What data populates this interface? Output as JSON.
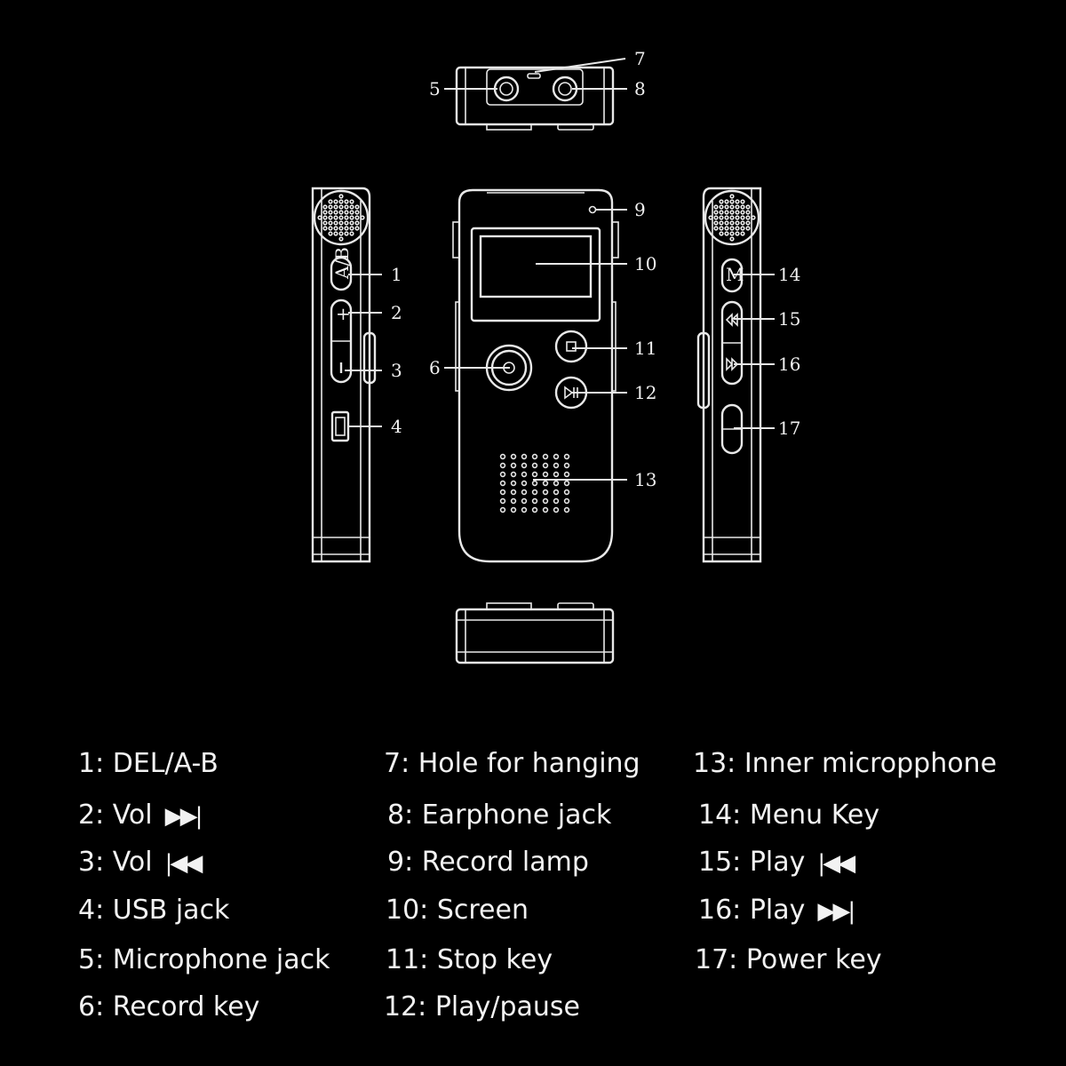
{
  "callouts": [
    "1",
    "2",
    "3",
    "4",
    "5",
    "6",
    "7",
    "8",
    "9",
    "10",
    "11",
    "12",
    "13",
    "14",
    "15",
    "16",
    "17"
  ],
  "legend": {
    "col1": [
      {
        "text": "1: DEL/A-B",
        "icon": ""
      },
      {
        "text": "2: Vol",
        "icon": "▶▶|"
      },
      {
        "text": "3: Vol",
        "icon": "|◀◀"
      },
      {
        "text": "4: USB  jack",
        "icon": ""
      },
      {
        "text": "5: Microphone  jack",
        "icon": ""
      },
      {
        "text": "6: Record  key",
        "icon": ""
      }
    ],
    "col2": [
      {
        "text": "7: Hole for hanging",
        "icon": ""
      },
      {
        "text": "8: Earphone  jack",
        "icon": ""
      },
      {
        "text": "9: Record  lamp",
        "icon": ""
      },
      {
        "text": "10: Screen",
        "icon": ""
      },
      {
        "text": "11: Stop  key",
        "icon": ""
      },
      {
        "text": "12: Play/pause",
        "icon": ""
      }
    ],
    "col3": [
      {
        "text": "13: Inner micropphone",
        "icon": ""
      },
      {
        "text": "14: Menu Key",
        "icon": ""
      },
      {
        "text": "15: Play",
        "icon": "|◀◀"
      },
      {
        "text": "16: Play",
        "icon": "▶▶|"
      },
      {
        "text": "17: Power  key",
        "icon": ""
      }
    ]
  },
  "icons": {
    "fast-forward": "fast-forward-icon",
    "rewind": "rewind-icon",
    "record": "record-icon",
    "stop": "stop-icon",
    "play-pause": "play-pause-icon"
  },
  "colors": {
    "background": "#000000",
    "line": "#e8e8e8",
    "text": "#f2f2f2"
  }
}
